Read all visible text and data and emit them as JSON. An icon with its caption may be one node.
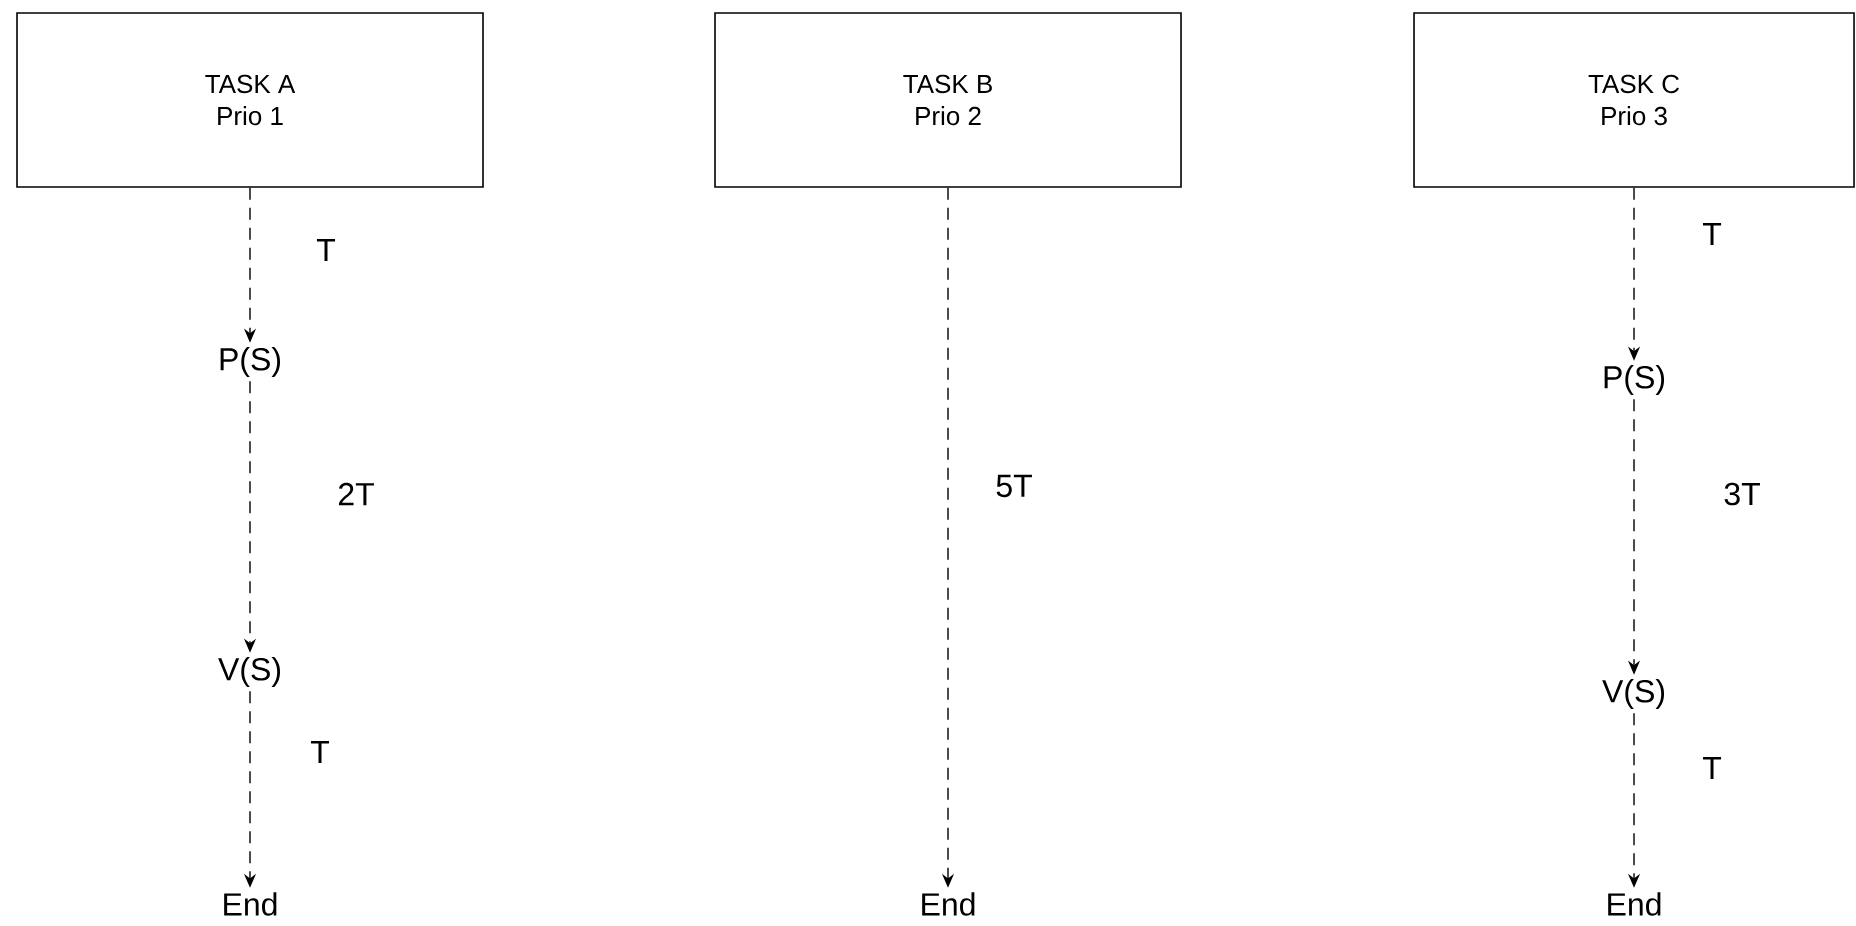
{
  "diagram": {
    "nodes": [
      {
        "text": [
          "TASK A",
          "Prio 1"
        ]
      },
      {
        "text": [
          "P(S)"
        ]
      },
      {
        "text": [
          "V(S)"
        ]
      },
      {
        "text": [
          "End"
        ]
      },
      {
        "text": [
          "TASK B",
          "Prio 2"
        ]
      },
      {
        "text": [
          "End"
        ]
      },
      {
        "text": [
          "TASK C",
          "Prio 3"
        ]
      },
      {
        "text": [
          "P(S)"
        ]
      },
      {
        "text": [
          "V(S)"
        ]
      },
      {
        "text": [
          "End"
        ]
      }
    ],
    "edges": [
      {
        "from": 0,
        "to": 1,
        "arrow": "to",
        "label": "T",
        "style": "dashed"
      },
      {
        "from": 1,
        "to": 2,
        "arrow": "to",
        "label": "2T",
        "style": "dashed"
      },
      {
        "from": 2,
        "to": 3,
        "arrow": "to",
        "label": "T",
        "style": "dashed"
      },
      {
        "from": 4,
        "to": 5,
        "arrow": "to",
        "label": "5T",
        "style": "dashed"
      },
      {
        "from": 6,
        "to": 7,
        "arrow": "to",
        "label": "T",
        "style": "dashed"
      },
      {
        "from": 7,
        "to": 8,
        "arrow": "to",
        "label": "3T",
        "style": "dashed"
      },
      {
        "from": 8,
        "to": 9,
        "arrow": "to",
        "label": "T",
        "style": "dashed"
      }
    ]
  }
}
